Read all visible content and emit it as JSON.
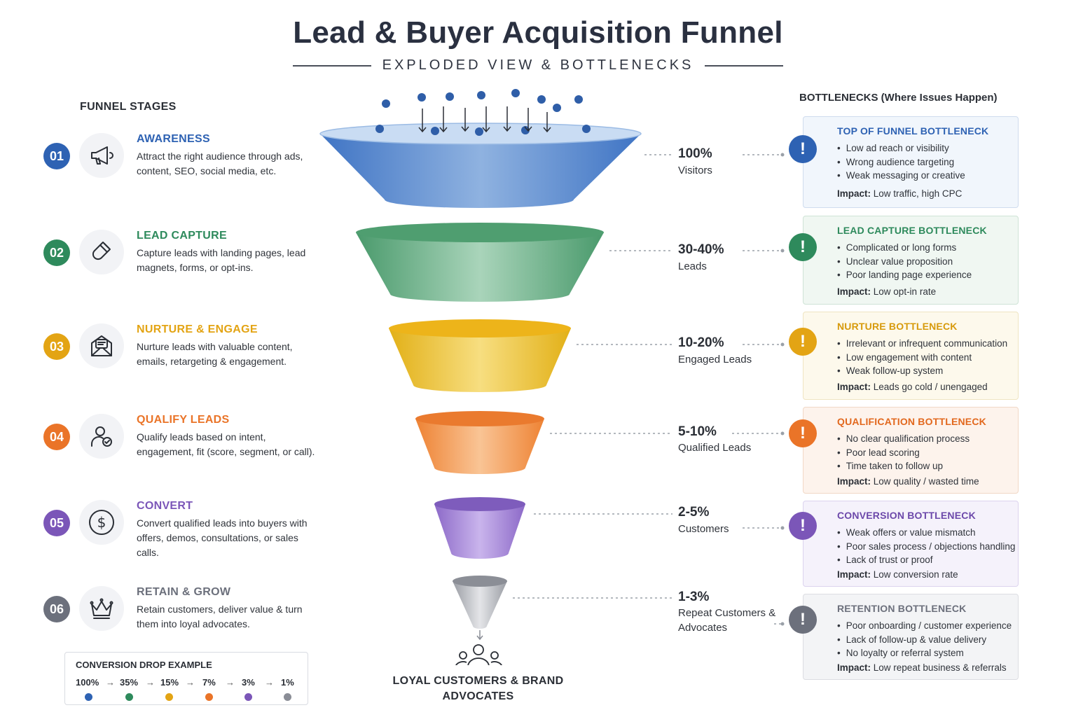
{
  "title": "Lead & Buyer Acquisition Funnel",
  "subtitle": "EXPLODED VIEW & BOTTLENECKS",
  "stages_heading": "FUNNEL STAGES",
  "bottlenecks_heading": "BOTTLENECKS (Where Issues Happen)",
  "stages": [
    {
      "num": "01",
      "title": "AWARENESS",
      "desc": "Attract the right audience through ads, content, SEO, social media, etc.",
      "icon": "megaphone-icon",
      "color": "#2e62b3"
    },
    {
      "num": "02",
      "title": "LEAD CAPTURE",
      "desc": "Capture leads with landing pages, lead magnets, forms, or opt-ins.",
      "icon": "magnet-icon",
      "color": "#2e8a5c"
    },
    {
      "num": "03",
      "title": "NURTURE & ENGAGE",
      "desc": "Nurture leads with valuable content, emails, retargeting & engagement.",
      "icon": "email-icon",
      "color": "#e3a414"
    },
    {
      "num": "04",
      "title": "QUALIFY LEADS",
      "desc": "Qualify leads based on intent, engagement, fit (score, segment, or call).",
      "icon": "user-check-icon",
      "color": "#ea7428"
    },
    {
      "num": "05",
      "title": "CONVERT",
      "desc": "Convert qualified leads into buyers with offers, demos, consultations, or sales calls.",
      "icon": "dollar-icon",
      "color": "#7b56b8"
    },
    {
      "num": "06",
      "title": "RETAIN & GROW",
      "desc": "Retain customers, deliver value & turn them into loyal advocates.",
      "icon": "crown-icon",
      "color": "#6c707c"
    }
  ],
  "funnel_metrics": [
    {
      "value": "100%",
      "label": "Visitors"
    },
    {
      "value": "30-40%",
      "label": "Leads"
    },
    {
      "value": "10-20%",
      "label": "Engaged Leads"
    },
    {
      "value": "5-10%",
      "label": "Qualified Leads"
    },
    {
      "value": "2-5%",
      "label": "Customers"
    },
    {
      "value": "1-3%",
      "label": "Repeat Customers & Advocates"
    }
  ],
  "funnel_output": "LOYAL CUSTOMERS & BRAND ADVOCATES",
  "bottlenecks": [
    {
      "title": "TOP OF FUNNEL BOTTLENECK",
      "items": [
        "Low ad reach or visibility",
        "Wrong audience targeting",
        "Weak messaging or creative"
      ],
      "impact_label": "Impact:",
      "impact": "Low traffic, high CPC"
    },
    {
      "title": "LEAD CAPTURE BOTTLENECK",
      "items": [
        "Complicated or long forms",
        "Unclear value proposition",
        "Poor landing page experience"
      ],
      "impact_label": "Impact:",
      "impact": "Low opt-in rate"
    },
    {
      "title": "NURTURE BOTTLENECK",
      "items": [
        "Irrelevant or infrequent communication",
        "Low engagement with content",
        "Weak follow-up system"
      ],
      "impact_label": "Impact:",
      "impact": "Leads go cold / unengaged"
    },
    {
      "title": "QUALIFICATION BOTTLENECK",
      "items": [
        "No clear qualification process",
        "Poor lead scoring",
        "Time taken to follow up"
      ],
      "impact_label": "Impact:",
      "impact": "Low quality / wasted time"
    },
    {
      "title": "CONVERSION BOTTLENECK",
      "items": [
        "Weak offers or value mismatch",
        "Poor sales process / objections handling",
        "Lack of trust or proof"
      ],
      "impact_label": "Impact:",
      "impact": "Low conversion rate"
    },
    {
      "title": "RETENTION BOTTLENECK",
      "items": [
        "Poor onboarding / customer experience",
        "Lack of follow-up & value delivery",
        "No loyalty or referral system"
      ],
      "impact_label": "Impact:",
      "impact": "Low repeat business & referrals"
    }
  ],
  "conversion_example": {
    "title": "CONVERSION DROP EXAMPLE",
    "values": [
      "100%",
      "35%",
      "15%",
      "7%",
      "3%",
      "1%"
    ],
    "arrow": "→"
  },
  "colors": {
    "blue": "#2e62b3",
    "green": "#2e8a5c",
    "yellow": "#e3a414",
    "orange": "#ea7428",
    "purple": "#7b56b8",
    "gray": "#6c707c"
  }
}
